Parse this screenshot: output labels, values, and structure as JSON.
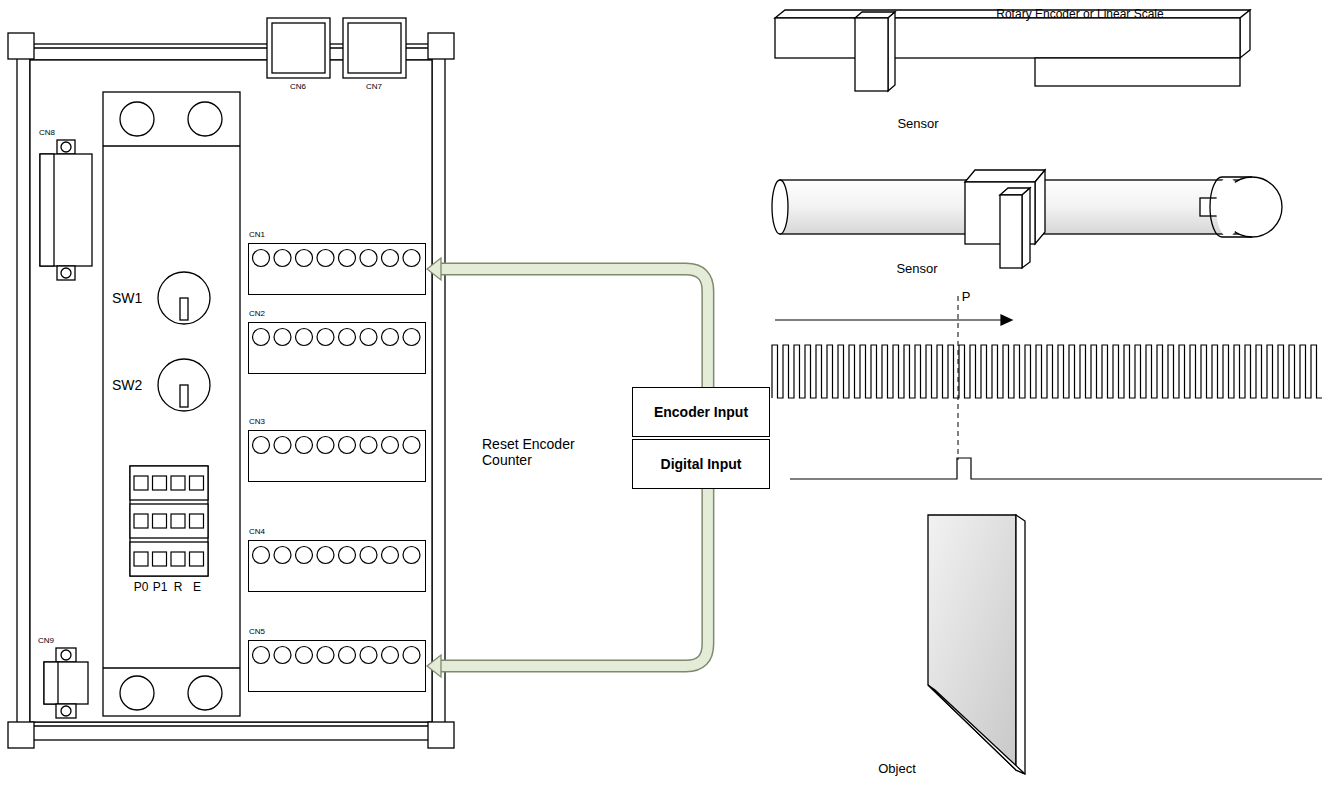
{
  "diagram": {
    "nodes": [
      {
        "text": [
          "CN1"
        ]
      },
      {
        "text": [
          "CN2"
        ]
      },
      {
        "text": [
          "CN3"
        ]
      },
      {
        "text": [
          "CN4"
        ]
      },
      {
        "text": [
          "CN5"
        ]
      },
      {
        "text": [
          "Encoder Input"
        ]
      },
      {
        "text": [
          "Digital Input"
        ]
      }
    ],
    "edges": [
      {
        "from": 5,
        "to": 0,
        "arrow": "to"
      },
      {
        "from": 6,
        "to": 4,
        "arrow": "to"
      }
    ],
    "labels": [
      "Rotary Encoder or Linear Scale",
      "Sensor",
      "Sensor",
      "P",
      "Reset Encoder Counter",
      "Object",
      "CN8",
      "CN6",
      "CN7",
      "CN9",
      "SW1",
      "SW2",
      "P0",
      "P1",
      "R",
      "E"
    ]
  }
}
